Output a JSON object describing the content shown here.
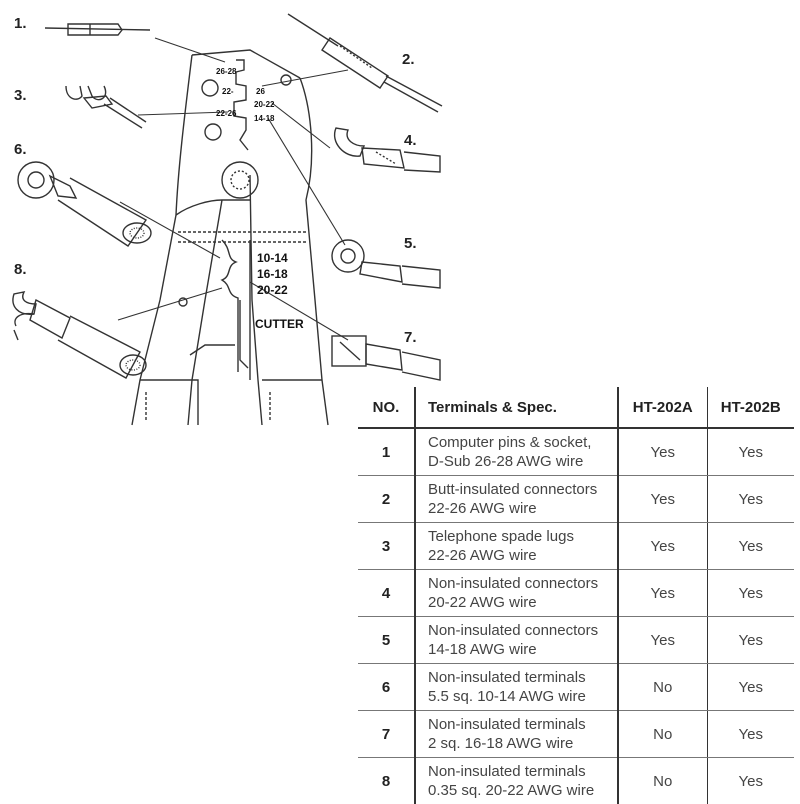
{
  "diagram": {
    "callouts": [
      "1.",
      "2.",
      "3.",
      "4.",
      "5.",
      "6.",
      "7.",
      "8."
    ],
    "jaw_upper_labels": [
      "26-28",
      "22-",
      "26",
      "20-22",
      "22-26",
      "14-18"
    ],
    "jaw_lower_labels": [
      "10-14",
      "16-18",
      "20-22"
    ],
    "cutter_label": "CUTTER"
  },
  "table": {
    "headers": {
      "no": "NO.",
      "spec": "Terminals & Spec.",
      "model_a": "HT-202A",
      "model_b": "HT-202B"
    },
    "rows": [
      {
        "no": "1",
        "line1": "Computer pins & socket,",
        "line2": "D-Sub 26-28 AWG wire",
        "a": "Yes",
        "b": "Yes"
      },
      {
        "no": "2",
        "line1": "Butt-insulated connectors",
        "line2": "22-26 AWG wire",
        "a": "Yes",
        "b": "Yes"
      },
      {
        "no": "3",
        "line1": "Telephone spade lugs",
        "line2": "22-26 AWG wire",
        "a": "Yes",
        "b": "Yes"
      },
      {
        "no": "4",
        "line1": "Non-insulated connectors",
        "line2": "20-22 AWG wire",
        "a": "Yes",
        "b": "Yes"
      },
      {
        "no": "5",
        "line1": "Non-insulated connectors",
        "line2": "14-18 AWG wire",
        "a": "Yes",
        "b": "Yes"
      },
      {
        "no": "6",
        "line1": "Non-insulated terminals",
        "line2": "5.5 sq. 10-14 AWG wire",
        "a": "No",
        "b": "Yes"
      },
      {
        "no": "7",
        "line1": "Non-insulated terminals",
        "line2": "2 sq. 16-18 AWG wire",
        "a": "No",
        "b": "Yes"
      },
      {
        "no": "8",
        "line1": "Non-insulated terminals",
        "line2": "0.35 sq. 20-22 AWG wire",
        "a": "No",
        "b": "Yes"
      }
    ]
  }
}
